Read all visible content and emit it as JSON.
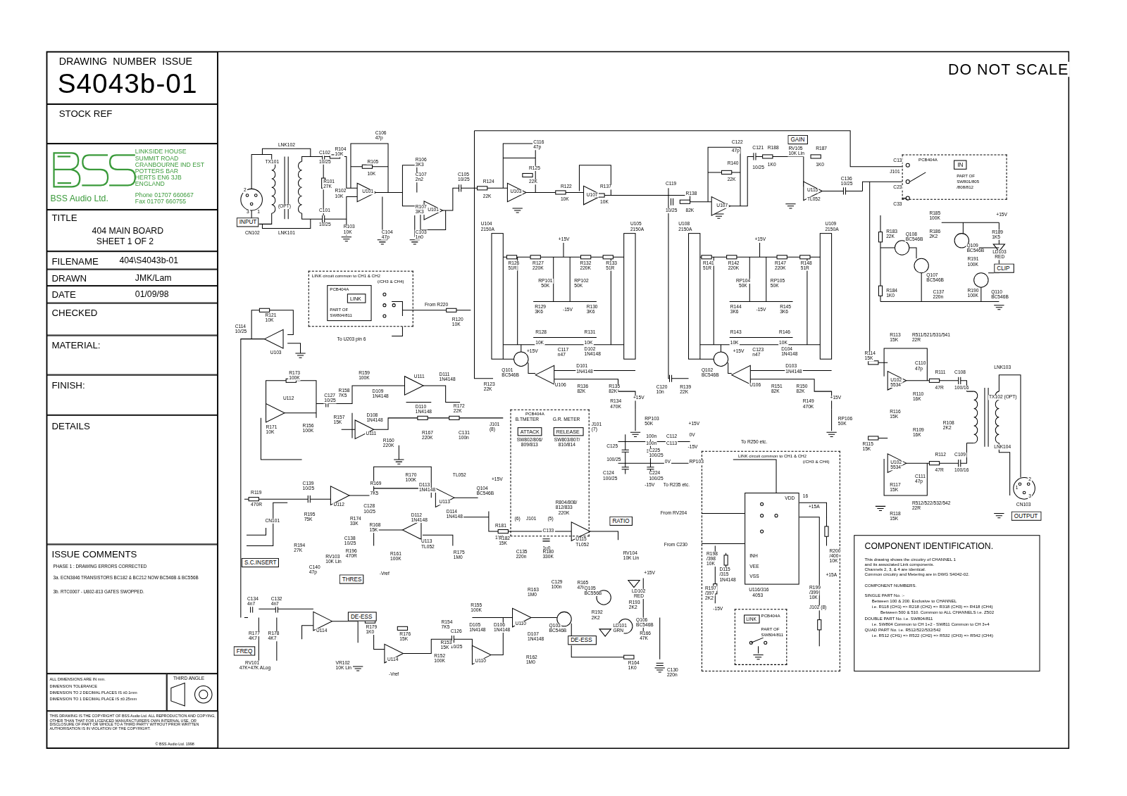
{
  "diagram": {
    "nodes": [
      {
        "text": [
          "DRAWING NUMBER ISSUE",
          "S4043b-01"
        ]
      },
      {
        "text": [
          "STOCK REF"
        ]
      },
      {
        "text": [
          "LINKSIDE HOUSE",
          "SUMMIT ROAD",
          "CRANBOURNE IND EST",
          "POTTERS BAR",
          "HERTS EN6 3JB",
          "ENGLAND",
          "BSS Audio Ltd.",
          "Phone 01707 660667",
          "Fax 01707 660755"
        ]
      },
      {
        "text": [
          "TITLE",
          "404 MAIN BOARD",
          "SHEET 1 OF 2"
        ]
      },
      {
        "text": [
          "FILENAME",
          "404\\S4043b-01"
        ]
      },
      {
        "text": [
          "DRAWN",
          "JMK/Lam"
        ]
      },
      {
        "text": [
          "DATE",
          "01/09/98"
        ]
      },
      {
        "text": [
          "CHECKED"
        ]
      },
      {
        "text": [
          "MATERIAL:"
        ]
      },
      {
        "text": [
          "FINISH:"
        ]
      },
      {
        "text": [
          "DETAILS"
        ]
      },
      {
        "text": [
          "ISSUE COMMENTS",
          "PHASE 1 : DRAWING ERRORS CORRECTED",
          "3a. ECN3846 TRANSISTORS BC182 & BC212 NOW BC546B & BC556B",
          "3b. RTC0007 - U802-813 GATES SWOPPED."
        ]
      },
      {
        "text": [
          "ALL DIMENSIONS ARE IN mm.",
          "DIMENSION TOLERANCE",
          "DIMENSION TO 2 DECIMAL PLACES IS ±0.1mm",
          "DIMENSION TO 1 DECIMAL PLACE IS ±0.25mm"
        ]
      },
      {
        "text": [
          "THIRD ANGLE"
        ]
      },
      {
        "text": [
          "THIS DRAWING IS THE COPYRIGHT OF BSS Audio Ltd. ALL REPRODUCTION AND COPYING, OTHER THAN THAT FOR LICENCED MANUFACTURERS OWN INTERNAL USE, OR DISCLOSURE OF PART OR WHOLE TO A THIRD PARTY WITHOUT PRIOR WRITTEN AUTHORISATION IS IN VIOLATION OF THE COPYRIGHT.",
          "© BSS Audio Ltd. 1998"
        ]
      },
      {
        "text": [
          "INPUT"
        ]
      },
      {
        "text": [
          "LINK circuit common to CH1 & CH2",
          "(/CH3 & CH4)"
        ]
      },
      {
        "text": [
          "PCB404A",
          "PART OF",
          "SW804/811"
        ],
        "in": 16
      },
      {
        "text": [
          "LINK"
        ],
        "in": 17
      },
      {
        "text": [
          "GAIN"
        ]
      },
      {
        "text": [
          "PCB404A",
          "PART OF",
          "SW801/805",
          "/808/812"
        ]
      },
      {
        "text": [
          "IN"
        ],
        "in": 20
      },
      {
        "text": [
          "CLIP"
        ]
      },
      {
        "text": [
          "PCB404A"
        ]
      },
      {
        "text": [
          "ATTACK"
        ],
        "in": 23
      },
      {
        "text": [
          "RELEASE"
        ],
        "in": 23
      },
      {
        "text": [
          "RATIO"
        ]
      },
      {
        "text": [
          "S.C.INSERT"
        ]
      },
      {
        "text": [
          "THRES"
        ]
      },
      {
        "text": [
          "DE-ESS"
        ]
      },
      {
        "text": [
          "DE-ESS"
        ]
      },
      {
        "text": [
          "FREQ"
        ]
      },
      {
        "text": [
          "LINK circuit common to CH1 & CH2",
          "(/CH3 & CH4)"
        ]
      },
      {
        "text": [
          "VDD",
          "INH",
          "VEE",
          "VSS"
        ],
        "in": 32
      },
      {
        "text": [
          "PCB404A",
          "PART OF",
          "SW804/811"
        ],
        "in": 32
      },
      {
        "text": [
          "LINK"
        ],
        "in": 34
      },
      {
        "text": [
          "OUTPUT"
        ]
      },
      {
        "text": [
          "COMPONENT IDENTIFICATION.",
          "This drawing shows the circuitry of CHANNEL 1",
          "and its associated Link components.",
          "Channels 2, 3, & 4 are identical.",
          "Common circuitry and Metering are in DWG S4042-02.",
          "COMPONENT NUMBERS.",
          "SINGLE PART No. :-",
          "Between 100 & 200. Exclusive to CHANNEL",
          "i.e. R118 (CH1) => R218 (CH2) => R318 (CH3) => R418 (CH4)",
          "Between 500 & 510. Common to ALL CHANNELS i.e. Z502",
          "DOUBLE PART No. i.e. SW804/811",
          "i.e. SW804 Common to CH 1+2 - SW811 Common to CH 3+4",
          "QUAD PART No. i.e. R512/522/532/542",
          "i.e. R512 (CH1) => R522 (CH2) => R532 (CH3) => R542 (CH4)"
        ]
      }
    ],
    "labels": [
      "DO NOT SCALE",
      "LNK102",
      "TX101",
      "(OPT)",
      "LNK101",
      "CN102",
      "2",
      "3",
      "1",
      "C102",
      "10/25",
      "R104",
      "10K",
      "R101",
      "27K",
      "R102",
      "10K",
      "C101",
      "10/25",
      "C106",
      "47p",
      "R105",
      "10K",
      "R106",
      "3K3",
      "C107",
      "2n2",
      "R107",
      "3K3",
      "C103",
      "1n0",
      "R103",
      "10K",
      "C104",
      "47p",
      "U101",
      "U101",
      "C105",
      "10/25",
      "R124",
      "22K",
      "C116",
      "47p",
      "R125",
      "22K",
      "R122",
      "10K",
      "R137",
      "10K",
      "U103",
      "U107",
      "U104",
      "2150A",
      "U105",
      "2150A",
      "+15V",
      "R126",
      "51R",
      "R127",
      "220K",
      "RP101",
      "50K",
      "R132",
      "220K",
      "R133",
      "51R",
      "RP102",
      "50K",
      "R129",
      "3K6",
      "-15V",
      "R130",
      "3K6",
      "R128",
      "10K",
      "R131",
      "10K",
      "+15V",
      "C117",
      "n47",
      "D102",
      "1N4148",
      "D101",
      "1N4148",
      "Q101",
      "BC546B",
      "U106",
      "R123",
      "22K",
      "R136",
      "82K",
      "R135",
      "82K",
      "+15V",
      "R134",
      "470K",
      "RP103",
      "50K",
      "R121",
      "10K",
      "C114",
      "10/25",
      "U103",
      "R120",
      "10K",
      "From R220",
      "To U203 pin 6",
      "C122",
      "47p",
      "C121",
      "10/25",
      "R188",
      "1K0",
      "RV105",
      "10K Lin",
      "R187",
      "1K0",
      "R140",
      "22K",
      "C119",
      "10/25",
      "R138",
      "82K",
      "U107",
      "U115",
      "TL052",
      "C136",
      "10/25",
      "U108",
      "2150A",
      "U109",
      "2150A",
      "+15V",
      "R141",
      "51R",
      "R142",
      "220K",
      "RP104",
      "50K",
      "R147",
      "220K",
      "R148",
      "51R",
      "RP105",
      "50K",
      "R144",
      "3K6",
      "-15V",
      "R145",
      "3K6",
      "R143",
      "10K",
      "R146",
      "10K",
      "+15V",
      "C123",
      "n47",
      "D104",
      "1N4148",
      "D103",
      "1N4148",
      "Q102",
      "BC546B",
      "U106",
      "C120",
      "10n",
      "R139",
      "22K",
      "R151",
      "82K",
      "R150",
      "82K",
      "+15V",
      "R149",
      "470K",
      "RP106",
      "50K",
      "To R250 etc.",
      "C13",
      "J101",
      "C23",
      "C33",
      "R185",
      "100K",
      "+15V",
      "R183",
      "22K",
      "R186",
      "2K2",
      "R189",
      "1K5",
      "Q108",
      "BC546B",
      "Q109",
      "BC546B",
      "R191",
      "100K",
      "LD103",
      "RED",
      "R184",
      "1K0",
      "Q107",
      "BC546B",
      "C137",
      "220n",
      "R190",
      "100K",
      "Q110",
      "BC546B",
      "R113",
      "15K",
      "R511/521/531/541",
      "22R",
      "R114",
      "15K",
      "C110",
      "47p",
      "U102",
      "5534",
      "R111",
      "47R",
      "C108",
      "100/16",
      "LNK103",
      "TX102 (OPT)",
      "R110",
      "16K",
      "R116",
      "15K",
      "R109",
      "16K",
      "R108",
      "2K2",
      "R115",
      "15K",
      "U102",
      "5534",
      "R112",
      "47R",
      "C109",
      "100/16",
      "LNK104",
      "C111",
      "47p",
      "R117",
      "15K",
      "R118",
      "15K",
      "R512/522/532/542",
      "22R",
      "2",
      "3",
      "1",
      "CN103",
      "R173",
      "100K",
      "R159",
      "100K",
      "R158",
      "7K5",
      "C127",
      "10/25",
      "D109",
      "1N4148",
      "U111",
      "D111",
      "1N4148",
      "U112",
      "R157",
      "15K",
      "D110",
      "1N4148",
      "D108",
      "1N4148",
      "R172",
      "22K",
      "R171",
      "10K",
      "R156",
      "100K",
      "U111",
      "R167",
      "220K",
      "R160",
      "220K",
      "C131",
      "100n",
      "J101",
      "(8)",
      "B.TMETER",
      "G.R. METER",
      "J101",
      "(7)",
      "SW802/806/",
      "809/813",
      "SW803/807/",
      "810/814",
      "R804/808/",
      "812/833",
      "220K",
      "(6)",
      "J101",
      "(5)",
      "R119",
      "470R",
      "C139",
      "10/25",
      "R195",
      "75K",
      "U112",
      "R174",
      "33K",
      "C128",
      "10/25",
      "R169",
      "7K5",
      "R170",
      "100K",
      "D113",
      "1N4148",
      "D112",
      "1N4148",
      "TL052",
      "U113",
      "+15V",
      "Q104",
      "BC546B",
      "D114",
      "1N4148",
      "R168",
      "15K",
      "U113",
      "TL052",
      "C138",
      "10/25",
      "R196",
      "470R",
      "R161",
      "100K",
      "-Vref",
      "R181",
      "1K0",
      "C133",
      "1u0",
      "U115",
      "TL052",
      "R175",
      "1M0",
      "R182",
      "15K",
      "C135",
      "220n",
      "R180",
      "330K",
      "RV104",
      "10K Lin",
      "CN101",
      "R194",
      "27K",
      "C140",
      "47p",
      "RV103",
      "10K Lin",
      "C134",
      "4n7",
      "C132",
      "4n7",
      "U114",
      "R177",
      "4K7",
      "R178",
      "4K7",
      "RV101",
      "47K+47K ALog",
      "R176",
      "15K",
      "R179",
      "1K0",
      "VR102",
      "10K Lin",
      "U114",
      "-Vref",
      "C126",
      "10/25",
      "R154",
      "7K5",
      "R155",
      "100K",
      "D105",
      "1N4148",
      "D106",
      "1N4148",
      "R153",
      "15K",
      "R152",
      "100K",
      "U110",
      "U110",
      "D107",
      "1N4148",
      "R162",
      "1M0",
      "R163",
      "1M0",
      "C129",
      "100n",
      "R165",
      "47K",
      "Q105",
      "BC556B",
      "Q103",
      "BC546B",
      "R192",
      "2K2",
      "+15V",
      "LD102",
      "RED",
      "R193",
      "2K2",
      "LD101",
      "GRN",
      "Q106",
      "BC546B",
      "R166",
      "47K",
      "R164",
      "1K0",
      "C130",
      "220n",
      "C125",
      "100/25",
      "C225",
      "100/25",
      "100n",
      "C112",
      "+15V",
      "100n",
      "C113",
      "0V",
      "-15V",
      "C124",
      "100/25",
      "C224",
      "100/25",
      "0V",
      "-15V",
      "To R235 etc.",
      "RP103",
      "From RV204",
      "From C230",
      "16",
      "+15A",
      "R198",
      "/398",
      "10K",
      "D115",
      "/315",
      "1N4148",
      "R197",
      "/397",
      "2K2",
      "-15V",
      "U116/316",
      "4053",
      "R200",
      "/400",
      "10K",
      "+15A",
      "R199",
      "/399",
      "10K",
      "J102 (8)"
    ]
  }
}
